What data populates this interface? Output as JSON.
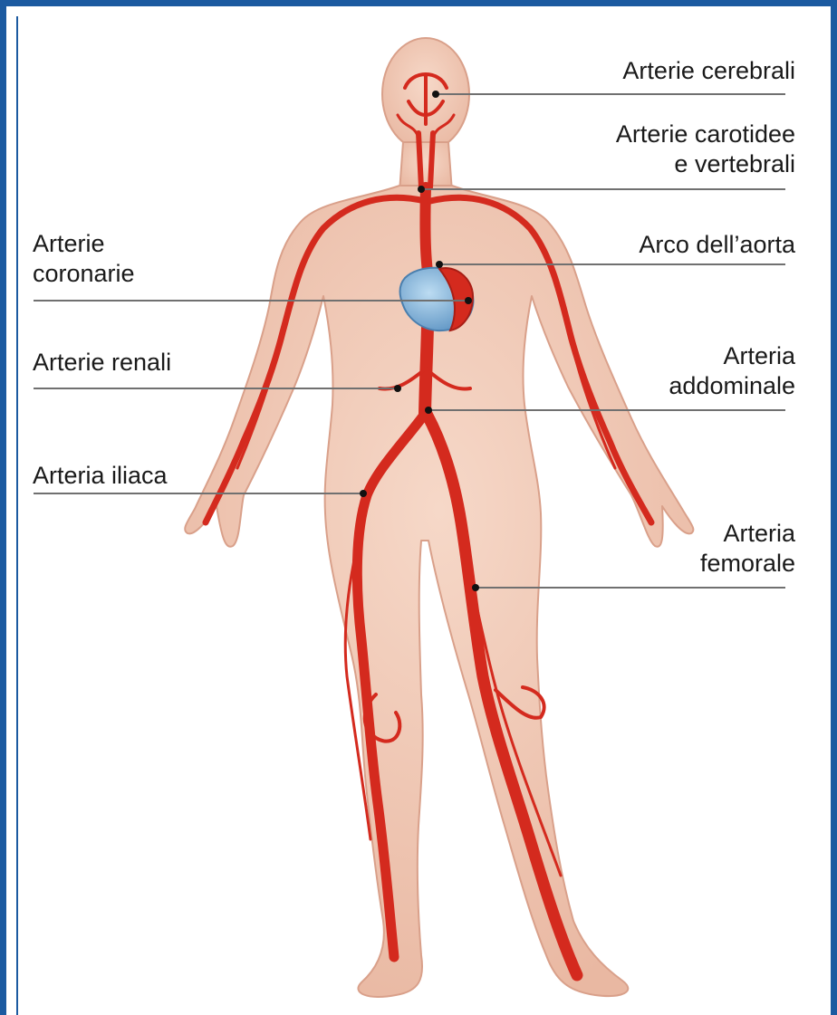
{
  "labels": {
    "cerebrali": "Arterie cerebrali",
    "carotidee_1": "Arterie carotidee",
    "carotidee_2": "e vertebrali",
    "coronarie_1": "Arterie",
    "coronarie_2": "coronarie",
    "aorta": "Arco dell’aorta",
    "renali": "Arterie renali",
    "addominale_1": "Arteria",
    "addominale_2": "addominale",
    "iliaca": "Arteria iliaca",
    "femorale_1": "Arteria",
    "femorale_2": "femorale"
  },
  "colors": {
    "frame": "#1c5aa0",
    "skin": "#f1c9b6",
    "skin_outline": "#d9a08a",
    "artery": "#d42a1e",
    "heart": "#7fb3d9",
    "leader_line": "#707070",
    "text": "#1a1a1a"
  }
}
